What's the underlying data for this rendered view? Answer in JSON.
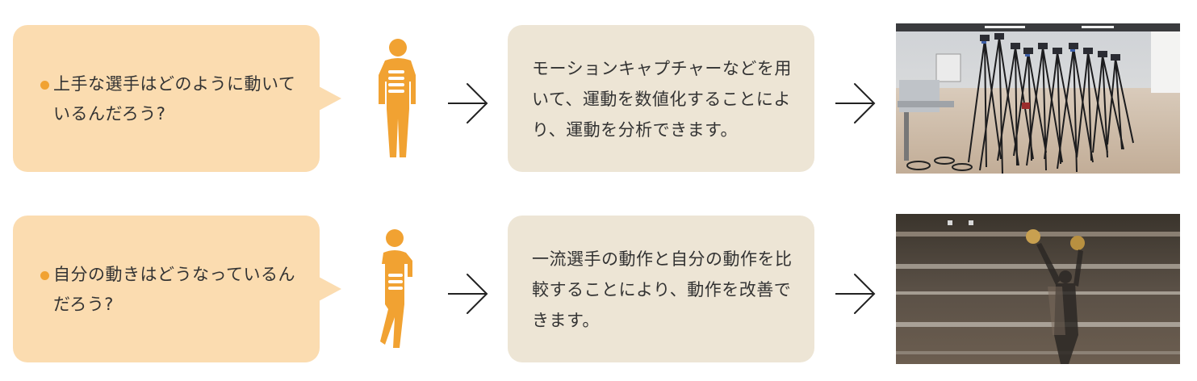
{
  "rows": [
    {
      "question": "上手な選手はどのように動いているんだろう?",
      "description": "モーションキャプチャーなどを用いて、運動を数値化することにより、運動を分析できます。",
      "person_icon": "person-thinking-icon",
      "arrow_icon": "chevron-right-arrow-icon",
      "photo": "motion-capture-camera-tripods-photo"
    },
    {
      "question": "自分の動きはどうなっているんだろう?",
      "description": "一流選手の動作と自分の動作を比較することにより、動作を改善できます。",
      "person_icon": "person-leaning-thinking-icon",
      "arrow_icon": "chevron-right-arrow-icon",
      "photo": "volleyball-player-overlay-photo"
    }
  ],
  "colors": {
    "bubble": "#fbdcb0",
    "description_box": "#ede5d5",
    "accent": "#f1a232",
    "text": "#333333"
  }
}
